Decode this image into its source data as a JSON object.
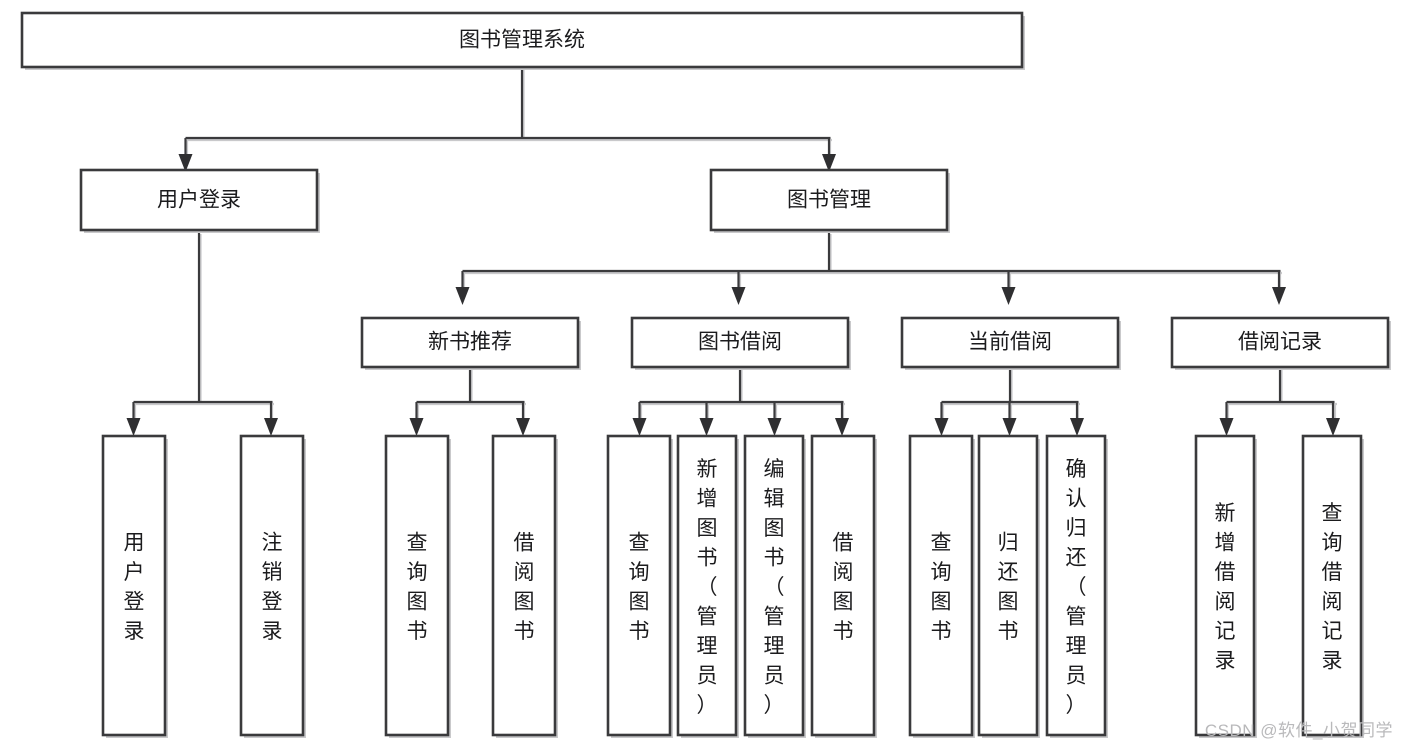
{
  "diagram": {
    "type": "tree",
    "orientation": "top-down",
    "title": "图书管理系统",
    "root": {
      "id": "root",
      "label": "图书管理系统",
      "level": 0,
      "orientation": "horizontal"
    },
    "level1": [
      {
        "id": "user-login",
        "label": "用户登录",
        "level": 1,
        "orientation": "horizontal"
      },
      {
        "id": "book-manage",
        "label": "图书管理",
        "level": 1,
        "orientation": "horizontal"
      }
    ],
    "level2": [
      {
        "id": "new-book-recommend",
        "label": "新书推荐",
        "level": 2,
        "orientation": "horizontal",
        "parent": "book-manage"
      },
      {
        "id": "book-borrow",
        "label": "图书借阅",
        "level": 2,
        "orientation": "horizontal",
        "parent": "book-manage"
      },
      {
        "id": "current-borrow",
        "label": "当前借阅",
        "level": 2,
        "orientation": "horizontal",
        "parent": "book-manage"
      },
      {
        "id": "borrow-record",
        "label": "借阅记录",
        "level": 2,
        "orientation": "horizontal",
        "parent": "book-manage"
      }
    ],
    "leaves": [
      {
        "id": "leaf-user-login",
        "label": "用户登录",
        "parent": "user-login",
        "orientation": "vertical"
      },
      {
        "id": "leaf-user-logout",
        "label": "注销登录",
        "parent": "user-login",
        "orientation": "vertical"
      },
      {
        "id": "leaf-query-book-1",
        "label": "查询图书",
        "parent": "new-book-recommend",
        "orientation": "vertical"
      },
      {
        "id": "leaf-borrow-book-1",
        "label": "借阅图书",
        "parent": "new-book-recommend",
        "orientation": "vertical"
      },
      {
        "id": "leaf-query-book-2",
        "label": "查询图书",
        "parent": "book-borrow",
        "orientation": "vertical"
      },
      {
        "id": "leaf-add-book",
        "label": "新增图书（管理员）",
        "parent": "book-borrow",
        "orientation": "vertical"
      },
      {
        "id": "leaf-edit-book",
        "label": "编辑图书（管理员）",
        "parent": "book-borrow",
        "orientation": "vertical"
      },
      {
        "id": "leaf-borrow-book-2",
        "label": "借阅图书",
        "parent": "book-borrow",
        "orientation": "vertical"
      },
      {
        "id": "leaf-query-book-3",
        "label": "查询图书",
        "parent": "current-borrow",
        "orientation": "vertical"
      },
      {
        "id": "leaf-return-book",
        "label": "归还图书",
        "parent": "current-borrow",
        "orientation": "vertical"
      },
      {
        "id": "leaf-confirm-return",
        "label": "确认归还（管理员）",
        "parent": "current-borrow",
        "orientation": "vertical"
      },
      {
        "id": "leaf-add-record",
        "label": "新增借阅记录",
        "parent": "borrow-record",
        "orientation": "vertical"
      },
      {
        "id": "leaf-query-record",
        "label": "查询借阅记录",
        "parent": "borrow-record",
        "orientation": "vertical"
      }
    ],
    "colors": {
      "box_stroke": "#3a3a3c",
      "box_fill": "#ffffff",
      "connector": "#3a3a3c",
      "shadow": "#c9c9cb",
      "text": "#1b1b1d",
      "watermark": "#b9b9bb",
      "background": "#ffffff"
    }
  },
  "watermark": {
    "text": "CSDN @软件_小贺同学"
  }
}
